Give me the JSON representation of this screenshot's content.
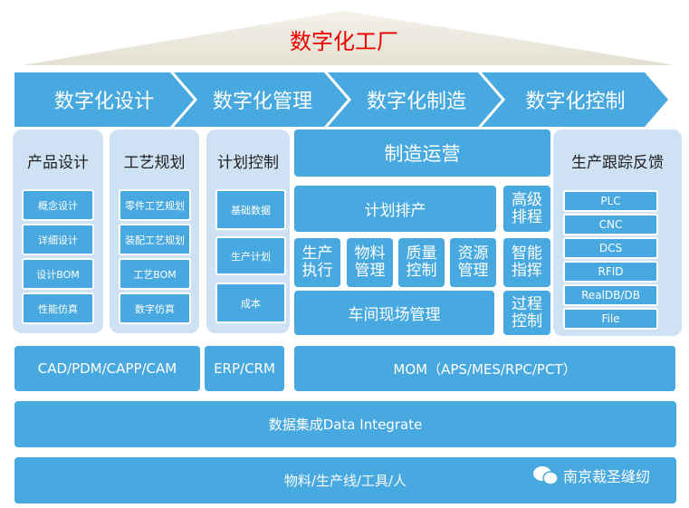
{
  "title": "数字化工厂",
  "stages": [
    "数字化设计",
    "数字化管理",
    "数字化制造",
    "数字化控制"
  ],
  "product_design": {
    "title": "产品设计",
    "items": [
      "概念设计",
      "详细设计",
      "设计BOM",
      "性能仿真"
    ]
  },
  "process_planning": {
    "title": "工艺规划",
    "items": [
      "零件工艺规划",
      "装配工艺规划",
      "工艺BOM",
      "数字仿真"
    ]
  },
  "plan_control": {
    "title": "计划控制",
    "items": [
      "基础数据",
      "生产计划",
      "成本"
    ]
  },
  "manufacturing_ops": {
    "title": "制造运营",
    "schedule": "计划排产",
    "advanced": "高级排程",
    "modules": [
      "生产执行",
      "物料管理",
      "质量控制",
      "资源管理"
    ],
    "command": "智能指挥",
    "shopfloor": "车间现场管理",
    "process": "过程控制"
  },
  "tracking": {
    "title": "生产跟踪反馈",
    "items": [
      "PLC",
      "CNC",
      "DCS",
      "RFID",
      "RealDB/DB",
      "File"
    ]
  },
  "systems": [
    "CAD/PDM/CAPP/CAM",
    "ERP/CRM",
    "MOM（APS/MES/RPC/PCT）"
  ],
  "integration": "数据集成Data Integrate",
  "resources": "物料/生产线/工具/人",
  "watermark": "南京裁圣缝纫"
}
